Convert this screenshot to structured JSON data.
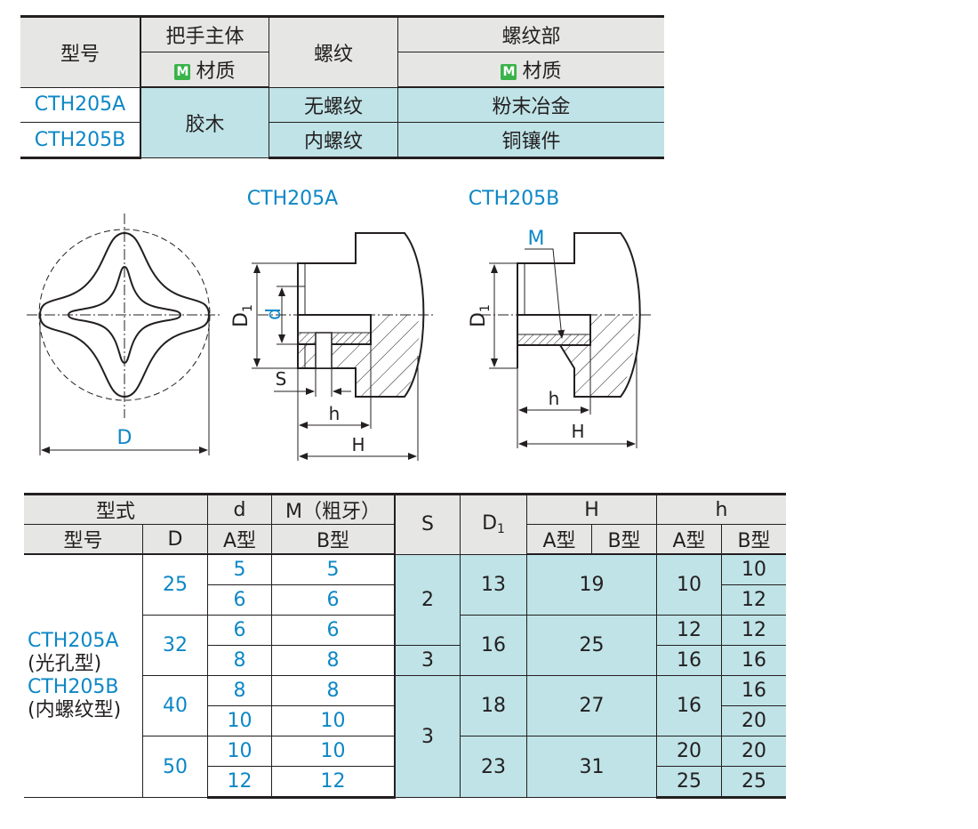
{
  "top_table": {
    "h_model": "型号",
    "h_body": "把手主体",
    "h_thread": "螺纹",
    "h_thread_part": "螺纹部",
    "material_label": "材质",
    "badge": "M",
    "rows": [
      {
        "model": "CTH205A",
        "thread": "无螺纹",
        "thread_part": "粉末冶金"
      },
      {
        "model": "CTH205B",
        "thread": "内螺纹",
        "thread_part": "铜镶件"
      }
    ],
    "body_material": "胶木"
  },
  "drawing": {
    "title_a": "CTH205A",
    "title_b": "CTH205B",
    "label_D": "D",
    "label_D1": "D",
    "label_D1_sub": "1",
    "label_d": "d",
    "label_S": "S",
    "label_h": "h",
    "label_H": "H",
    "label_M": "M"
  },
  "spec_table": {
    "h_type": "型式",
    "h_d": "d",
    "h_M": "M（粗牙）",
    "h_S": "S",
    "h_D1": "D",
    "h_D1_sub": "1",
    "h_H": "H",
    "h_h": "h",
    "h_model": "型号",
    "h_D": "D",
    "h_Atype": "A型",
    "h_Btype": "B型",
    "model_lines": [
      "CTH205A",
      "(光孔型)",
      "CTH205B",
      "(内螺纹型)"
    ],
    "rows": [
      {
        "D": "25",
        "d": "5",
        "M": "5",
        "S": "2",
        "D1": "13",
        "H": "19",
        "hA": "10",
        "hB": "10"
      },
      {
        "d": "6",
        "M": "6",
        "hB": "12"
      },
      {
        "D": "32",
        "d": "6",
        "M": "6",
        "D1": "16",
        "H": "25",
        "hA": "12",
        "hB": "12"
      },
      {
        "d": "8",
        "M": "8",
        "S": "3",
        "hA": "16",
        "hB": "16"
      },
      {
        "D": "40",
        "d": "8",
        "M": "8",
        "S": "3",
        "D1": "18",
        "H": "27",
        "hA": "16",
        "hB": "16"
      },
      {
        "d": "10",
        "M": "10",
        "hB": "20"
      },
      {
        "D": "50",
        "d": "10",
        "M": "10",
        "D1": "23",
        "H": "31",
        "hA": "20",
        "hB": "20"
      },
      {
        "d": "12",
        "M": "12",
        "hA": "25",
        "hB": "25"
      }
    ]
  }
}
